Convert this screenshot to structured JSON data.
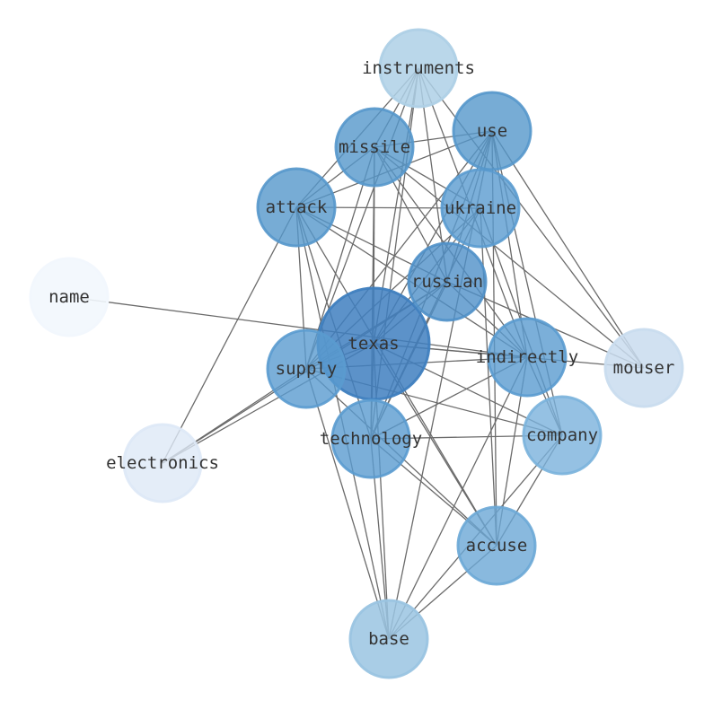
{
  "graph": {
    "nodes": [
      {
        "id": "texas",
        "label": "texas",
        "color": "#3f7fbf",
        "opacity": 0.85
      },
      {
        "id": "russian",
        "label": "russian",
        "color": "#4f90c8",
        "opacity": 0.8
      },
      {
        "id": "ukraine",
        "label": "ukraine",
        "color": "#5a9bcf",
        "opacity": 0.8
      },
      {
        "id": "use",
        "label": "use",
        "color": "#5597cb",
        "opacity": 0.8
      },
      {
        "id": "missile",
        "label": "missile",
        "color": "#5597cb",
        "opacity": 0.8
      },
      {
        "id": "attack",
        "label": "attack",
        "color": "#5597cb",
        "opacity": 0.8
      },
      {
        "id": "indirectly",
        "label": "indirectly",
        "color": "#5a9bcf",
        "opacity": 0.8
      },
      {
        "id": "supply",
        "label": "supply",
        "color": "#5a9bcf",
        "opacity": 0.8
      },
      {
        "id": "technology",
        "label": "technology",
        "color": "#5a9bcf",
        "opacity": 0.8
      },
      {
        "id": "company",
        "label": "company",
        "color": "#7ab2dc",
        "opacity": 0.8
      },
      {
        "id": "accuse",
        "label": "accuse",
        "color": "#6ca8d6",
        "opacity": 0.8
      },
      {
        "id": "base",
        "label": "base",
        "color": "#9ac4e2",
        "opacity": 0.85
      },
      {
        "id": "instruments",
        "label": "instruments",
        "color": "#aed0e6",
        "opacity": 0.85
      },
      {
        "id": "mouser",
        "label": "mouser",
        "color": "#c9dcee",
        "opacity": 0.85
      },
      {
        "id": "electronics",
        "label": "electronics",
        "color": "#dde8f6",
        "opacity": 0.8
      },
      {
        "id": "name",
        "label": "name",
        "color": "#f2f7fd",
        "opacity": 0.9
      }
    ],
    "edges": [
      [
        "name",
        "indirectly"
      ],
      [
        "electronics",
        "attack"
      ],
      [
        "electronics",
        "russian"
      ],
      [
        "electronics",
        "texas"
      ],
      [
        "electronics",
        "supply"
      ],
      [
        "instruments",
        "missile"
      ],
      [
        "instruments",
        "attack"
      ],
      [
        "instruments",
        "texas"
      ],
      [
        "instruments",
        "russian"
      ],
      [
        "instruments",
        "supply"
      ],
      [
        "instruments",
        "technology"
      ],
      [
        "instruments",
        "mouser"
      ],
      [
        "instruments",
        "indirectly"
      ],
      [
        "use",
        "missile"
      ],
      [
        "use",
        "attack"
      ],
      [
        "use",
        "texas"
      ],
      [
        "use",
        "russian"
      ],
      [
        "use",
        "supply"
      ],
      [
        "use",
        "technology"
      ],
      [
        "use",
        "indirectly"
      ],
      [
        "use",
        "accuse"
      ],
      [
        "use",
        "base"
      ],
      [
        "use",
        "mouser"
      ],
      [
        "use",
        "company"
      ],
      [
        "missile",
        "ukraine"
      ],
      [
        "missile",
        "texas"
      ],
      [
        "missile",
        "russian"
      ],
      [
        "missile",
        "technology"
      ],
      [
        "missile",
        "supply"
      ],
      [
        "missile",
        "indirectly"
      ],
      [
        "missile",
        "mouser"
      ],
      [
        "missile",
        "attack"
      ],
      [
        "attack",
        "ukraine"
      ],
      [
        "attack",
        "russian"
      ],
      [
        "attack",
        "indirectly"
      ],
      [
        "attack",
        "supply"
      ],
      [
        "attack",
        "technology"
      ],
      [
        "attack",
        "base"
      ],
      [
        "attack",
        "accuse"
      ],
      [
        "ukraine",
        "texas"
      ],
      [
        "ukraine",
        "supply"
      ],
      [
        "ukraine",
        "technology"
      ],
      [
        "ukraine",
        "accuse"
      ],
      [
        "ukraine",
        "company"
      ],
      [
        "russian",
        "texas"
      ],
      [
        "russian",
        "supply"
      ],
      [
        "russian",
        "technology"
      ],
      [
        "russian",
        "indirectly"
      ],
      [
        "russian",
        "mouser"
      ],
      [
        "texas",
        "indirectly"
      ],
      [
        "texas",
        "mouser"
      ],
      [
        "texas",
        "supply"
      ],
      [
        "texas",
        "technology"
      ],
      [
        "texas",
        "company"
      ],
      [
        "texas",
        "accuse"
      ],
      [
        "texas",
        "base"
      ],
      [
        "indirectly",
        "supply"
      ],
      [
        "indirectly",
        "technology"
      ],
      [
        "indirectly",
        "accuse"
      ],
      [
        "indirectly",
        "company"
      ],
      [
        "indirectly",
        "base"
      ],
      [
        "supply",
        "company"
      ],
      [
        "supply",
        "accuse"
      ],
      [
        "supply",
        "base"
      ],
      [
        "technology",
        "company"
      ],
      [
        "technology",
        "accuse"
      ],
      [
        "company",
        "accuse"
      ],
      [
        "company",
        "base"
      ],
      [
        "accuse",
        "base"
      ],
      [
        "technology",
        "base"
      ]
    ]
  }
}
